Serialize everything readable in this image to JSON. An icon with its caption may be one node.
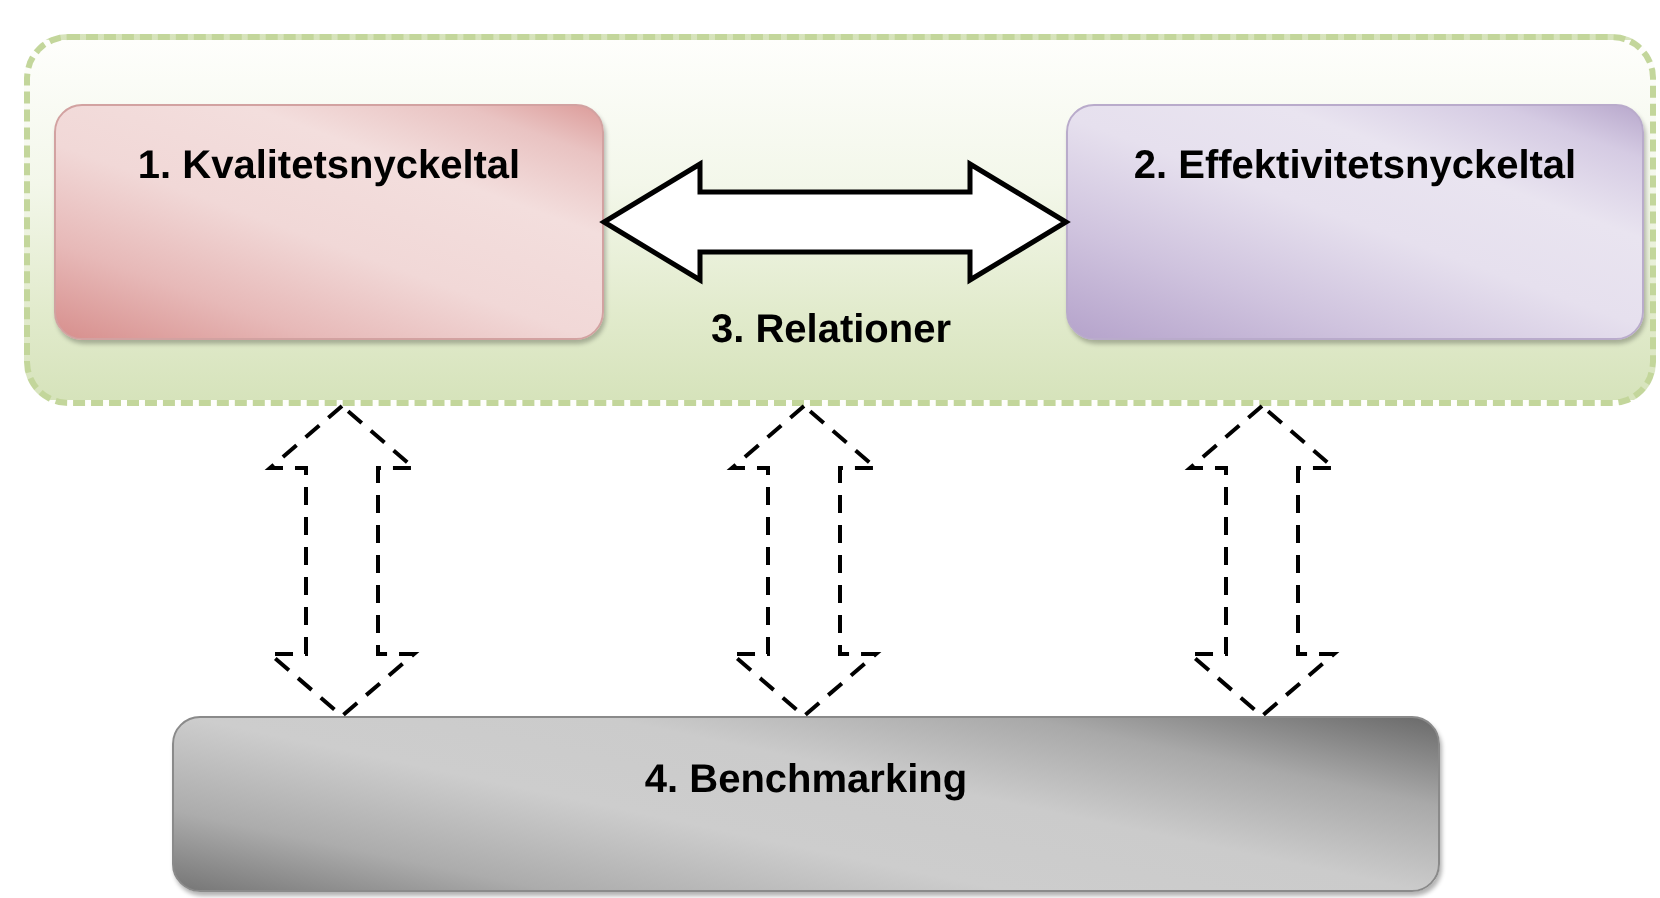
{
  "diagram": {
    "nodes": [
      {
        "text": [],
        "shape": "box"
      },
      {
        "text": [
          "1. Kvalitetsnyckeltal"
        ],
        "in": 0
      },
      {
        "text": [
          "2. Effektivitetsnyckeltal"
        ],
        "in": 0
      },
      {
        "text": [
          "4. Benchmarking"
        ]
      }
    ],
    "edges": [
      {
        "from": 1,
        "to": 2,
        "arrow": "both",
        "label": "3. Relationer"
      },
      {
        "from": 0,
        "to": 3,
        "arrow": "both",
        "style": "dashed"
      },
      {
        "from": 0,
        "to": 3,
        "arrow": "both",
        "style": "dashed"
      },
      {
        "from": 0,
        "to": 3,
        "arrow": "both",
        "style": "dashed"
      }
    ]
  }
}
